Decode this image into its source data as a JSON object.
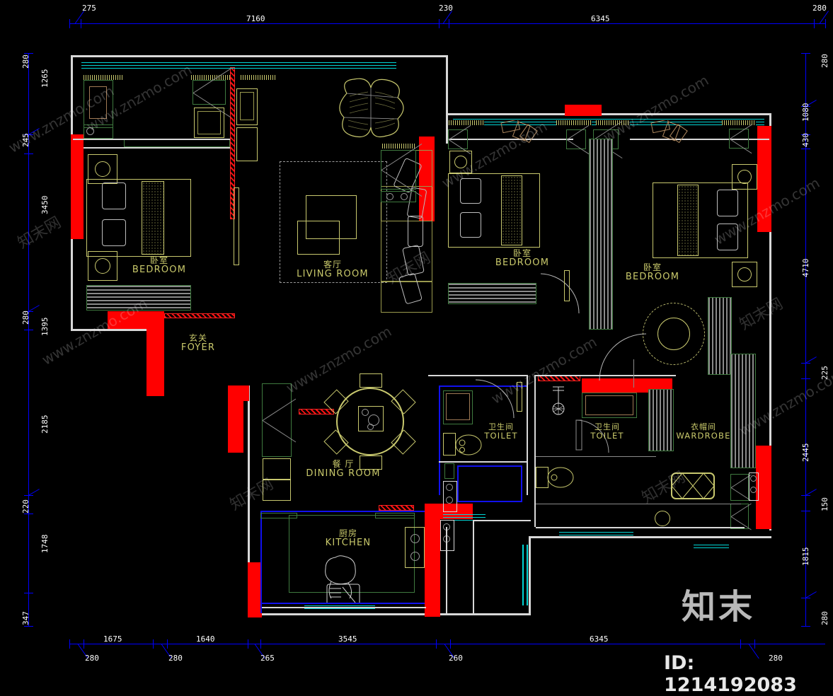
{
  "drawing": {
    "type": "architectural-floor-plan",
    "title": "Residential Apartment Layout Plan",
    "background_color": "#000000",
    "watermark_text": "www.znzmo.com",
    "watermark_cn": "知末网",
    "brand": "知末",
    "id_label": "ID: 1214192083"
  },
  "rooms": [
    {
      "key": "bedroom_left",
      "cn": "卧室",
      "en": "BEDROOM"
    },
    {
      "key": "living_room",
      "cn": "客厅",
      "en": "LIVING  ROOM"
    },
    {
      "key": "bedroom_mid",
      "cn": "卧室",
      "en": "BEDROOM"
    },
    {
      "key": "bedroom_right",
      "cn": "卧室",
      "en": "BEDROOM"
    },
    {
      "key": "foyer",
      "cn": "玄关",
      "en": "FOYER"
    },
    {
      "key": "dining_room",
      "cn": "餐 厅",
      "en": "DINING  ROOM"
    },
    {
      "key": "toilet_left",
      "cn": "卫生间",
      "en": "TOILET"
    },
    {
      "key": "toilet_right",
      "cn": "卫生间",
      "en": "TOILET"
    },
    {
      "key": "kitchen",
      "cn": "厨房",
      "en": "KITCHEN"
    },
    {
      "key": "wardrobe",
      "cn": "衣帽间",
      "en": "WARDROBE"
    }
  ],
  "dimensions": {
    "units": "mm",
    "top_upper": [
      "275",
      "230",
      "280"
    ],
    "top_main": [
      "7160",
      "6345"
    ],
    "left_outer": [
      "280",
      "245",
      "280",
      "220",
      "347"
    ],
    "left_inner": [
      "1265",
      "3450",
      "1395",
      "2185",
      "1748"
    ],
    "right_outer": [
      "280",
      "430",
      "225",
      "150",
      "280"
    ],
    "right_inner": [
      "1080",
      "4710",
      "2445",
      "1815"
    ],
    "bottom_main": [
      "1675",
      "1640",
      "3545",
      "6345"
    ],
    "bottom_small": [
      "280",
      "280",
      "265",
      "260",
      "280"
    ]
  },
  "colors": {
    "wall_white": "#d8d8d8",
    "wall_red": "#ff0000",
    "dimension_blue": "#0000ff",
    "text_white": "#ffffff",
    "label_yellow": "#c9c96b",
    "furniture_yellow": "#c8c86e",
    "cabinet_green": "#3f7a3f",
    "pipe_cyan": "#00d7d7",
    "tile_blue": "#1111ee",
    "gray_line": "#8a8a8a"
  }
}
